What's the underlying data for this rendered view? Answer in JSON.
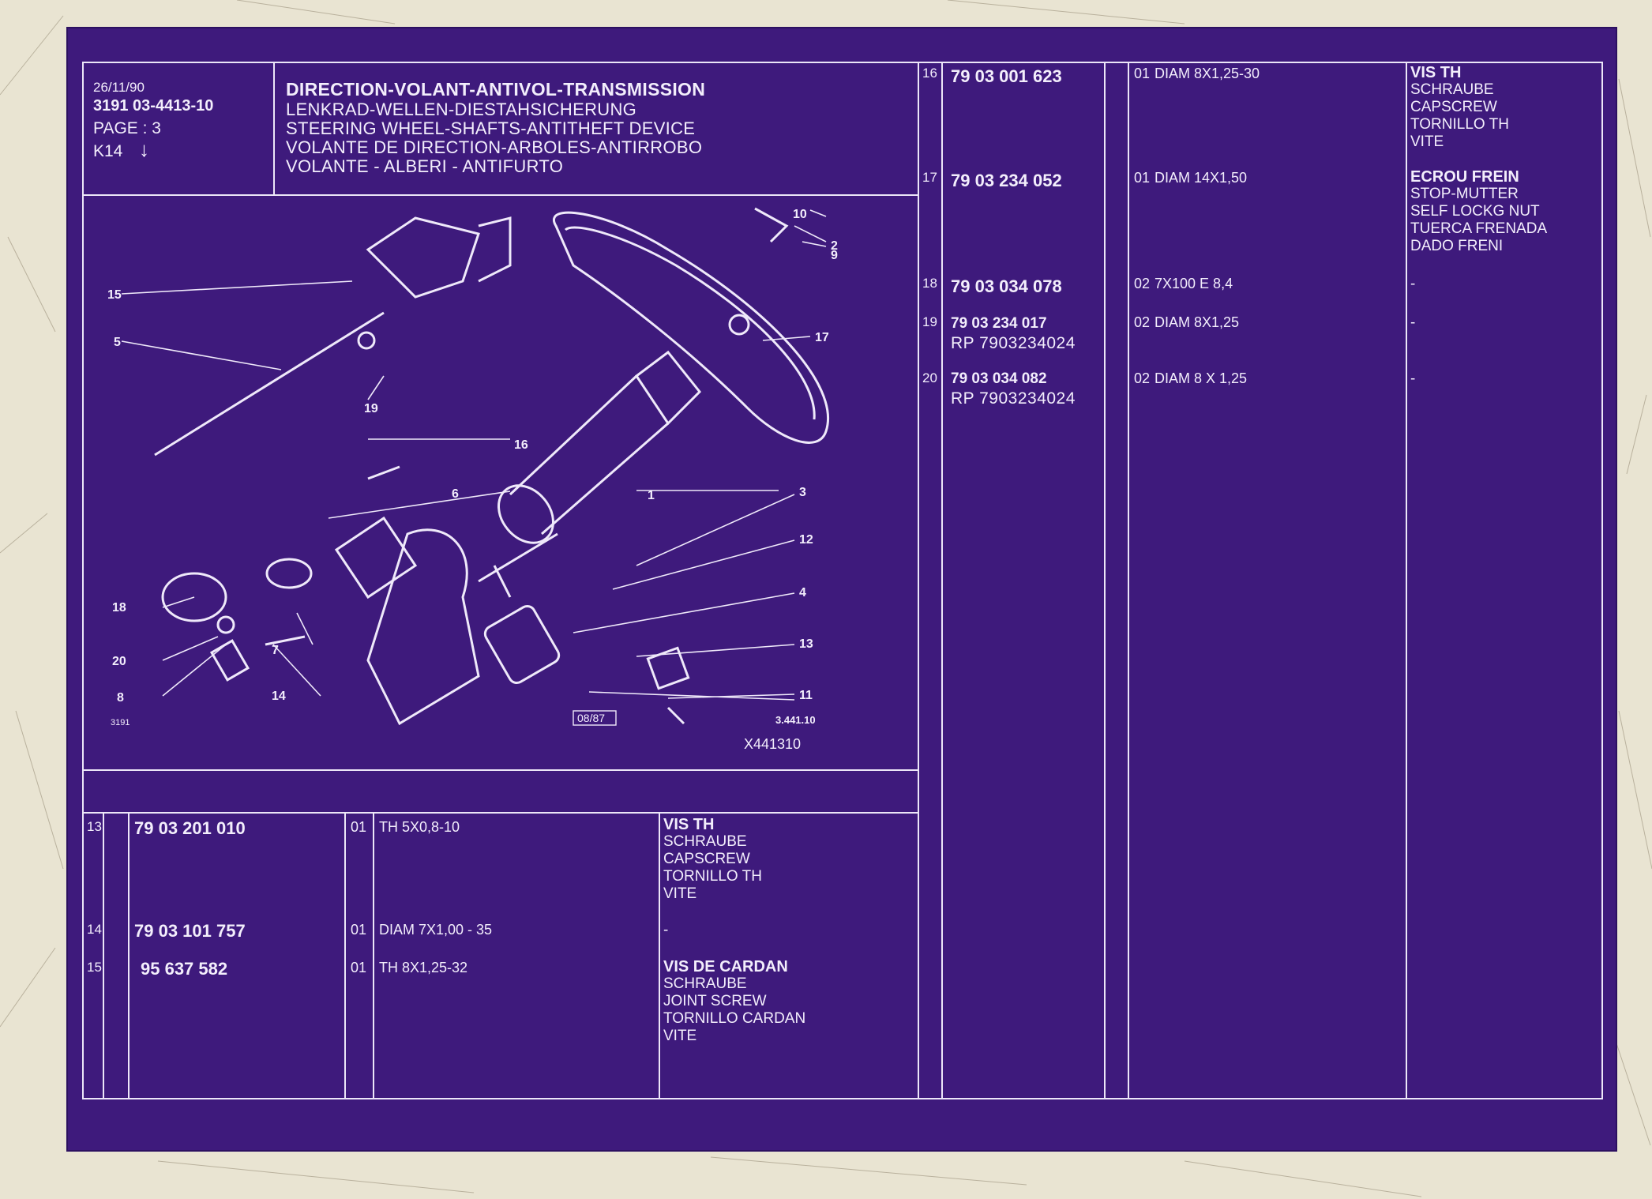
{
  "header": {
    "date": "26/11/90",
    "code": "3191  03-4413-10",
    "page": "PAGE : 3",
    "section": "K14",
    "titles": [
      "DIRECTION-VOLANT-ANTIVOL-TRANSMISSION",
      "LENKRAD-WELLEN-DIESTAHSICHERUNG",
      "STEERING WHEEL-SHAFTS-ANTITHEFT DEVICE",
      "VOLANTE DE DIRECTION-ARBOLES-ANTIRROBO",
      "VOLANTE - ALBERI - ANTIFURTO"
    ]
  },
  "diagram": {
    "callouts": [
      "1",
      "2",
      "3",
      "4",
      "5",
      "6",
      "7",
      "8",
      "9",
      "10",
      "11",
      "12",
      "13",
      "14",
      "15",
      "16",
      "17",
      "18",
      "19",
      "20"
    ],
    "model_code": "3191",
    "date_box": "08/87",
    "drawing_ref": "3.441.10",
    "figure_code": "X441310"
  },
  "bottom_parts": [
    {
      "item": "13",
      "ref": "79 03 201 010",
      "qty": "01",
      "desc": "TH 5X0,8-10",
      "labels": [
        "VIS TH",
        "SCHRAUBE",
        "CAPSCREW",
        "TORNILLO TH",
        "VITE"
      ]
    },
    {
      "item": "14",
      "ref": "79 03 101 757",
      "qty": "01",
      "desc": "DIAM 7X1,00 - 35",
      "labels": [
        "-"
      ]
    },
    {
      "item": "15",
      "ref": "95 637 582",
      "qty": "01",
      "desc": "TH 8X1,25-32",
      "labels": [
        "VIS DE CARDAN",
        "SCHRAUBE",
        "JOINT SCREW",
        "TORNILLO CARDAN",
        "VITE"
      ]
    }
  ],
  "right_parts": [
    {
      "item": "16",
      "ref": "79 03 001 623",
      "rp": "",
      "qty": "01",
      "desc": "DIAM 8X1,25-30",
      "labels": [
        "VIS TH",
        "SCHRAUBE",
        "CAPSCREW",
        "TORNILLO TH",
        "VITE"
      ]
    },
    {
      "item": "17",
      "ref": "79 03 234 052",
      "rp": "",
      "qty": "01",
      "desc": "DIAM 14X1,50",
      "labels": [
        "ECROU FREIN",
        "STOP-MUTTER",
        "SELF LOCKG NUT",
        "TUERCA FRENADA",
        "DADO FRENI"
      ]
    },
    {
      "item": "18",
      "ref": "79 03 034 078",
      "rp": "",
      "qty": "02",
      "desc": "7X100 E 8,4",
      "labels": [
        "-"
      ]
    },
    {
      "item": "19",
      "ref": "79 03 234 017",
      "rp": "RP  7903234024",
      "qty": "02",
      "desc": "DIAM 8X1,25",
      "labels": [
        "-"
      ]
    },
    {
      "item": "20",
      "ref": "79 03 034 082",
      "rp": "RP  7903234024",
      "qty": "02",
      "desc": "DIAM 8 X 1,25",
      "labels": [
        "-"
      ]
    }
  ],
  "colors": {
    "fiche_background": "#3e1a7c",
    "print_lines": "#ece6f8",
    "backdrop": "#e9e4d2"
  }
}
